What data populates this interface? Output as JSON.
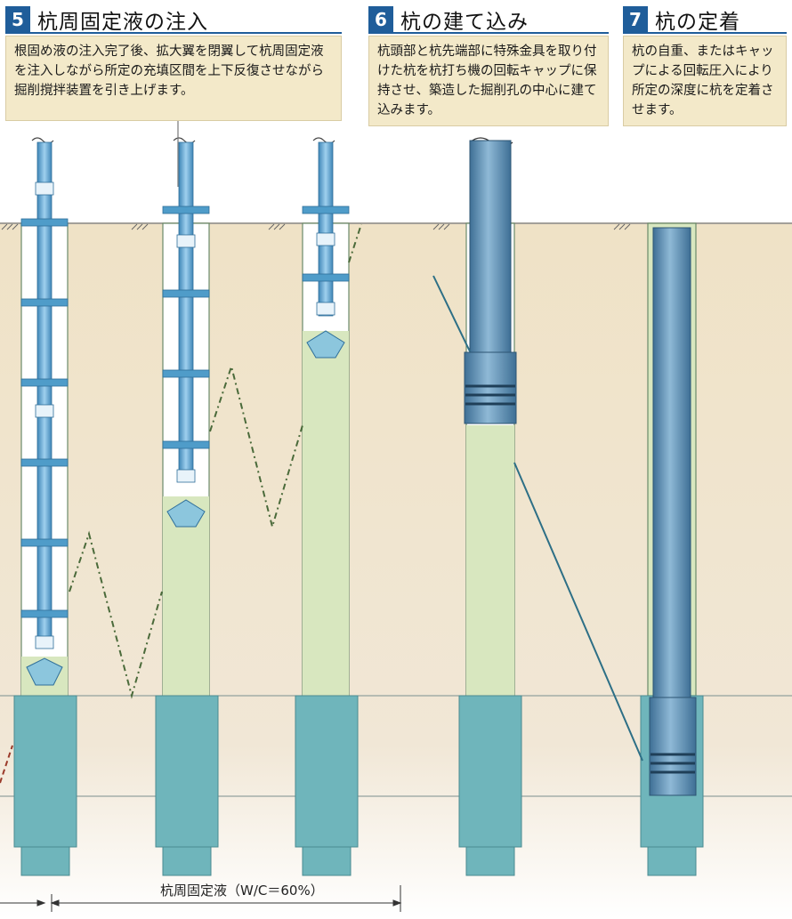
{
  "steps": [
    {
      "number": "5",
      "title": "杭周固定液の注入",
      "description": "根固め液の注入完了後、拡大翼を閉翼して杭周固定液を注入しながら所定の充填区間を上下反復させながら掘削撹拌装置を引き上げます。"
    },
    {
      "number": "6",
      "title": "杭の建て込み",
      "description": "杭頭部と杭先端部に特殊金具を取り付けた杭を杭打ち機の回転キャップに保持させ、築造した掘削孔の中心に建て込みます。"
    },
    {
      "number": "7",
      "title": "杭の定着",
      "description": "杭の自重、またはキャップによる回転圧入により所定の深度に杭を定着させます。"
    }
  ],
  "caption": "杭周固定液（W/C＝60%）",
  "colors": {
    "accent": "#1f5d9a",
    "desc_bg": "#f3e9c9",
    "soil": "#efe3cc",
    "fluid": "#d8e7bf",
    "base": "#6fb5bb",
    "pile": "#5f93b6",
    "rod": "#6aaed6",
    "line": "#5a7a5a"
  }
}
